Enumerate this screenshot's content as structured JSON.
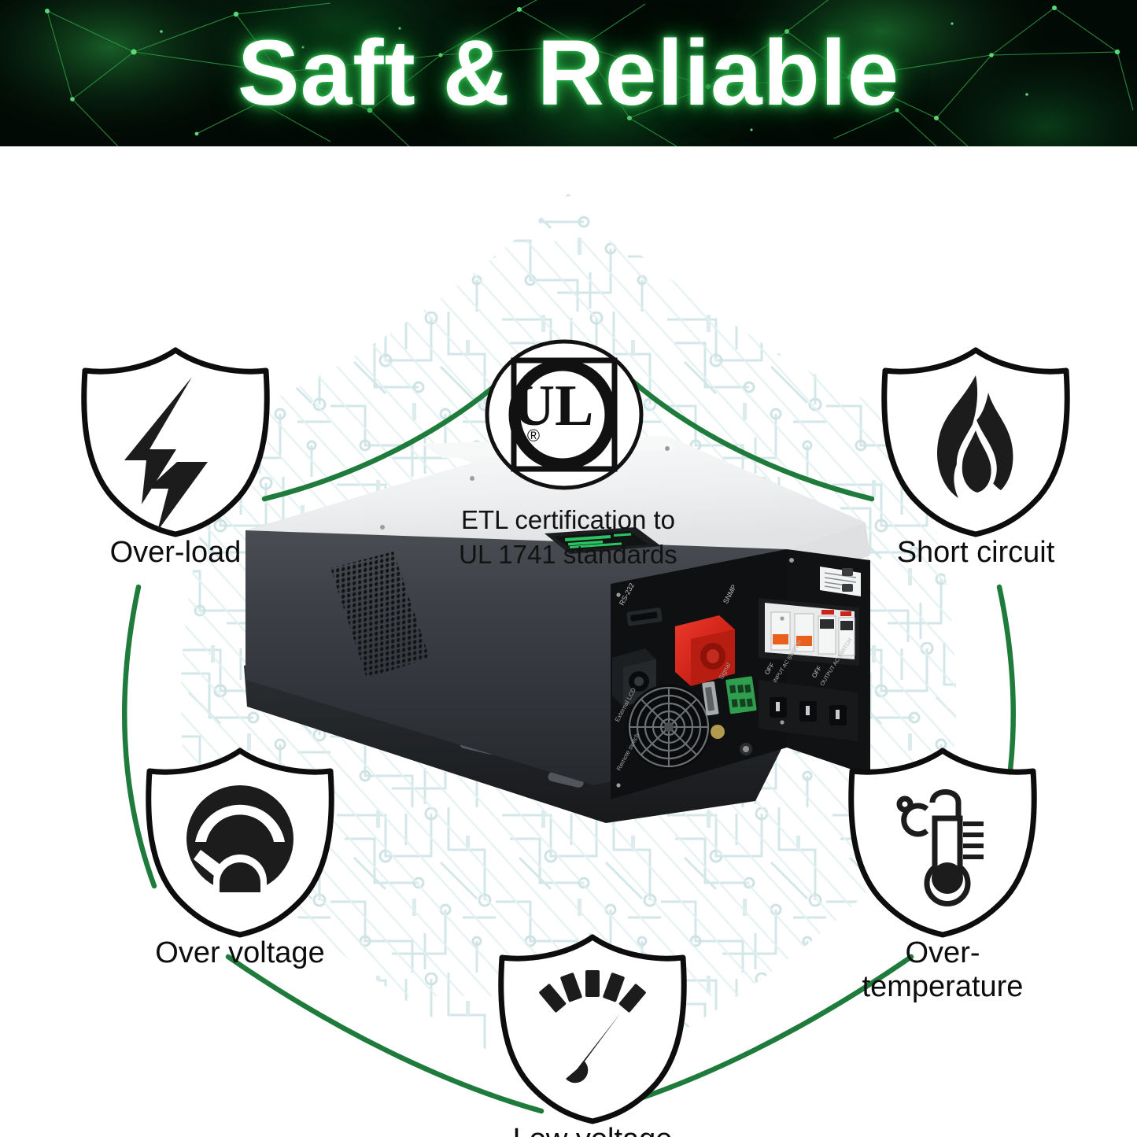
{
  "banner": {
    "title": "Saft & Reliable",
    "background_color": "#030b05",
    "accent_color": "#2ecc55",
    "title_color": "#ffffff"
  },
  "theme": {
    "hex_outline_color": "#1e7b3c",
    "circuit_trace_color": "#d4e7e8",
    "text_color": "#0d0d0d",
    "page_background": "#ffffff"
  },
  "certification": {
    "badge_icon": "ul-mark-icon",
    "badge_letters": "UL",
    "badge_registered_mark": "®",
    "caption_line_1": "ETL certification to",
    "caption_line_2": "UL 1741 standards"
  },
  "protections": [
    {
      "id": "over-load",
      "label": "Over-load",
      "icon": "lightning-bolt-icon"
    },
    {
      "id": "short-circuit",
      "label": "Short circuit",
      "icon": "flame-icon"
    },
    {
      "id": "over-voltage",
      "label": "Over voltage",
      "icon": "gauge-filled-icon"
    },
    {
      "id": "over-temperature",
      "label": "Over-\ntemperature",
      "icon": "thermometer-celsius-icon"
    },
    {
      "id": "low-voltage",
      "label": "Low voltage",
      "icon": "gauge-needle-icon"
    }
  ],
  "product": {
    "name": "power-inverter",
    "top_panel_color": "#ececed",
    "body_color": "#3b3f44",
    "front_panel_color": "#161718",
    "terminal_cap_color": "#d32b22",
    "breaker_toggle_color": "#e8601c",
    "lcd_background_color": "#141a16",
    "lcd_text_color": "#2fd26a",
    "panel_labels": [
      "RS-232",
      "SNMP",
      "External LCD",
      "Remote switch",
      "Signal",
      "OFF",
      "INPUT AC SWITCH",
      "OFF",
      "OUTPUT AC SWITCH"
    ]
  }
}
